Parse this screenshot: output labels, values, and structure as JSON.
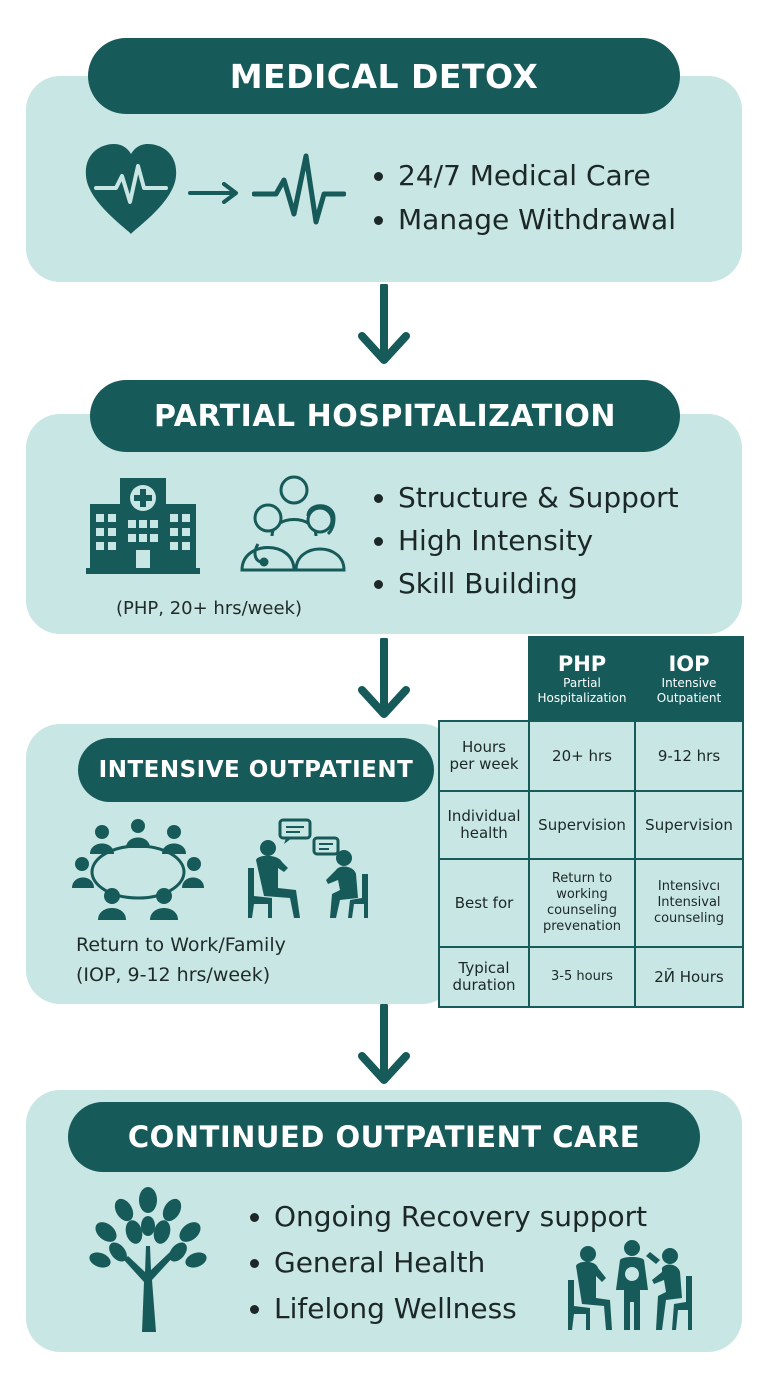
{
  "detox": {
    "title": "MEDICAL DETOX",
    "bullets": [
      "24/7 Medical Care",
      "Manage Withdrawal"
    ],
    "icons": [
      "heart-pulse-icon",
      "arrow-right-icon",
      "ekg-line-icon"
    ]
  },
  "php": {
    "title": "PARTIAL HOSPITALIZATION",
    "bullets": [
      "Structure & Support",
      "High Intensity",
      "Skill Building"
    ],
    "caption": "(PHP, 20+ hrs/week)",
    "icons": [
      "hospital-building-icon",
      "medical-team-icon"
    ]
  },
  "iop": {
    "title": "INTENSIVE OUTPATIENT",
    "caption_line1": "Return to Work/Family",
    "caption_line2": "(IOP, 9-12 hrs/week)",
    "icons": [
      "group-circle-icon",
      "counseling-session-icon"
    ]
  },
  "table": {
    "columns": [
      {
        "abbr": "PHP",
        "line1": "Partial",
        "line2": "Hospitalization"
      },
      {
        "abbr": "IOP",
        "line1": "Intensive",
        "line2": "Outpatient"
      }
    ],
    "rows": [
      {
        "label": [
          "Hours",
          "per week"
        ],
        "php": [
          "20+ hrs"
        ],
        "iop": [
          "9-12 hrs"
        ]
      },
      {
        "label": [
          "Individual",
          "health"
        ],
        "php": [
          "Supervision"
        ],
        "iop": [
          "Supervision"
        ]
      },
      {
        "label": [
          "Best for"
        ],
        "php": [
          "Return to",
          "working",
          "counseling",
          "prevenation"
        ],
        "iop": [
          "Intensivcı",
          "Intensival",
          "counseling"
        ]
      },
      {
        "label": [
          "Typical",
          "duration"
        ],
        "php": [
          "3-5 hours"
        ],
        "iop": [
          "2Й Hours"
        ]
      }
    ]
  },
  "continued": {
    "title": "CONTINUED OUTPATIENT CARE",
    "bullets": [
      "Ongoing Recovery support",
      "General Health",
      "Lifelong Wellness"
    ],
    "icons": [
      "tree-icon",
      "support-group-icon"
    ]
  },
  "colors": {
    "panel": "#c8e6e3",
    "accent": "#175a5a"
  }
}
